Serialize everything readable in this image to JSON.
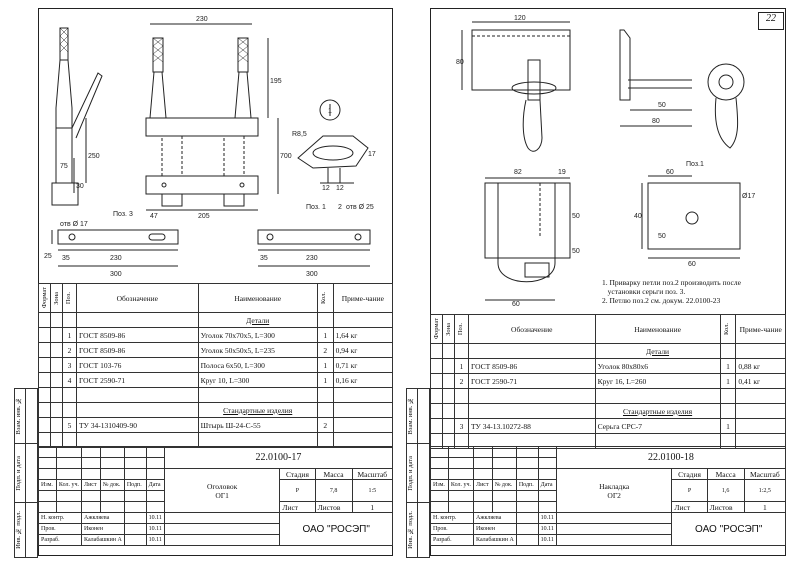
{
  "page_number": "22",
  "left": {
    "dims": {
      "top_230": "230",
      "d195": "195",
      "d700": "700",
      "d250": "250",
      "d75": "75",
      "d30": "30",
      "d47": "47",
      "d205": "205",
      "r85": "R8,5",
      "d17": "17",
      "d12a": "12",
      "d12b": "12",
      "otv17": "отв Ø 17",
      "pos3": "Поз. 3",
      "pos1": "Поз. 1",
      "pos2": "2",
      "otv25": "отв Ø 25",
      "d25": "25",
      "d35a": "35",
      "d230a": "230",
      "d300a": "300",
      "d35b": "35",
      "d230b": "230",
      "d300b": "300",
      "circle_label": "1"
    },
    "spec_headers": {
      "format": "Формат",
      "zone": "Зона",
      "pos": "Поз.",
      "designation": "Обозначение",
      "name": "Наименование",
      "qty": "Кол.",
      "note": "Приме-чание"
    },
    "section_details": "Детали",
    "section_standard": "Стандартные изделия",
    "rows": [
      {
        "pos": "1",
        "designation": "ГОСТ 8509-86",
        "name": "Уголок 70х70х5, L=300",
        "qty": "1",
        "note": "1,64 кг"
      },
      {
        "pos": "2",
        "designation": "ГОСТ 8509-86",
        "name": "Уголок 50х50х5, L=235",
        "qty": "2",
        "note": "0,94 кг"
      },
      {
        "pos": "3",
        "designation": "ГОСТ 103-76",
        "name": "Полоса 6х50, L=300",
        "qty": "1",
        "note": "0,71 кг"
      },
      {
        "pos": "4",
        "designation": "ГОСТ 2590-71",
        "name": "Круг 10, L=300",
        "qty": "1",
        "note": "0,16 кг"
      }
    ],
    "std_rows": [
      {
        "pos": "5",
        "designation": "ТУ 34-1310409-90",
        "name": "Штырь Ш-24-С-55",
        "qty": "2",
        "note": ""
      }
    ],
    "title": {
      "doc_number": "22.0100-17",
      "name_line1": "Оголовок",
      "name_line2": "ОГ1",
      "stage_h": "Стадия",
      "mass_h": "Масса",
      "scale_h": "Масштаб",
      "stage": "Р",
      "mass": "7,8",
      "scale": "1:5",
      "sheet_h": "Лист",
      "sheets_h": "Листов",
      "sheets": "1",
      "org": "ОАО \"РОСЭП\"",
      "cols": [
        "Изм.",
        "Кол. уч.",
        "Лист",
        "№ док.",
        "Подп.",
        "Дата"
      ],
      "people": [
        {
          "role": "Н. контр.",
          "name": "Ажкляева",
          "date": "10.11"
        },
        {
          "role": "Пров.",
          "name": "Иконен",
          "date": "10.11"
        },
        {
          "role": "Разраб.",
          "name": "Калабашкин А",
          "date": "10.11"
        }
      ]
    },
    "side_labels": [
      "Взам. инв. №",
      "Подп. и дата",
      "Инв. № подл."
    ]
  },
  "right": {
    "dims": {
      "d120": "120",
      "d80": "80",
      "d50a": "50",
      "d80b": "80",
      "d82": "82",
      "d19": "19",
      "d50b": "50",
      "d50c": "50",
      "d60a": "60",
      "pos1": "Поз.1",
      "d60b": "60",
      "d40": "40",
      "d17": "Ø17",
      "d50d": "50",
      "d60c": "60"
    },
    "notes": [
      "1. Приварку петли поз.2 производить после",
      "   установки серьги поз. 3.",
      "2. Петлю поз.2 см. докум. 22.0100-23"
    ],
    "spec_headers": {
      "format": "Формат",
      "zone": "Зона",
      "pos": "Поз.",
      "designation": "Обозначение",
      "name": "Наименование",
      "qty": "Кол.",
      "note": "Приме-чание"
    },
    "section_details": "Детали",
    "section_standard": "Стандартные изделия",
    "rows": [
      {
        "pos": "1",
        "designation": "ГОСТ 8509-86",
        "name": "Уголок 80х80х6",
        "qty": "1",
        "note": "0,88 кг"
      },
      {
        "pos": "2",
        "designation": "ГОСТ 2590-71",
        "name": "Круг 16, L=260",
        "qty": "1",
        "note": "0,41 кг"
      }
    ],
    "std_rows": [
      {
        "pos": "3",
        "designation": "ТУ 34-13.10272-88",
        "name": "Серьга СРС-7",
        "qty": "1",
        "note": ""
      }
    ],
    "title": {
      "doc_number": "22.0100-18",
      "name_line1": "Накладка",
      "name_line2": "ОГ2",
      "stage_h": "Стадия",
      "mass_h": "Масса",
      "scale_h": "Масштаб",
      "stage": "Р",
      "mass": "1,6",
      "scale": "1:2,5",
      "sheet_h": "Лист",
      "sheets_h": "Листов",
      "sheets": "1",
      "org": "ОАО \"РОСЭП\"",
      "cols": [
        "Изм.",
        "Кол. уч.",
        "Лист",
        "№ док.",
        "Подп.",
        "Дата"
      ],
      "people": [
        {
          "role": "Н. контр.",
          "name": "Ажкляева",
          "date": "10.11"
        },
        {
          "role": "Пров.",
          "name": "Иконен",
          "date": "10.11"
        },
        {
          "role": "Разраб.",
          "name": "Калабашкин А",
          "date": "10.11"
        }
      ]
    },
    "side_labels": [
      "Взам. инв. №",
      "Подп. и дата",
      "Инв. № подл."
    ]
  }
}
